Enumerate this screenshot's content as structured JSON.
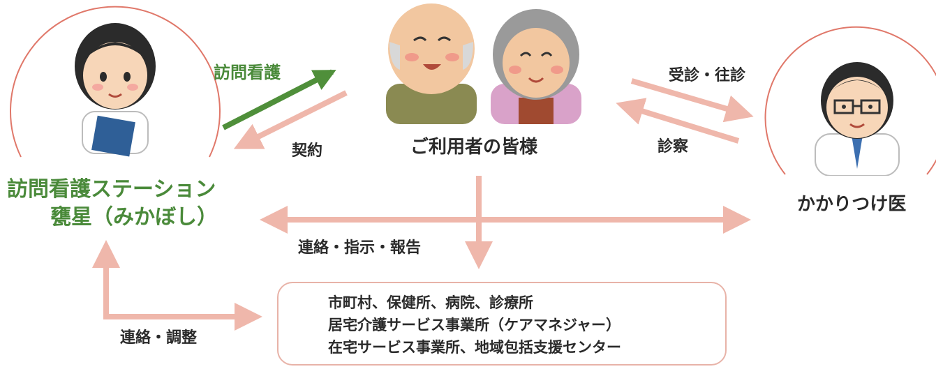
{
  "station": {
    "name_line1": "訪問看護ステーション",
    "name_line2": "甕星（みかぼし）"
  },
  "users": {
    "label": "ご利用者の皆様"
  },
  "doctor": {
    "label": "かかりつけ医"
  },
  "arrows": {
    "visit_nursing": "訪問看護",
    "contract": "契約",
    "consultation": "受診・往診",
    "examination": "診察",
    "contact_instruction_report": "連絡・指示・報告",
    "contact_coordination": "連絡・調整"
  },
  "organizations": {
    "lines": [
      "市町村、保健所、病院、診療所",
      "居宅介護サービス事業所（ケアマネジャー）",
      "在宅サービス事業所、地域包括支援センター"
    ]
  },
  "colors": {
    "green_arrow": "#4f8f3a",
    "pink_arrow": "#efb7ab",
    "circle": "#e0786a",
    "station_text": "#4a8a3a"
  },
  "icons": [
    "nurse-illustration",
    "elderly-couple-illustration",
    "doctor-illustration"
  ]
}
